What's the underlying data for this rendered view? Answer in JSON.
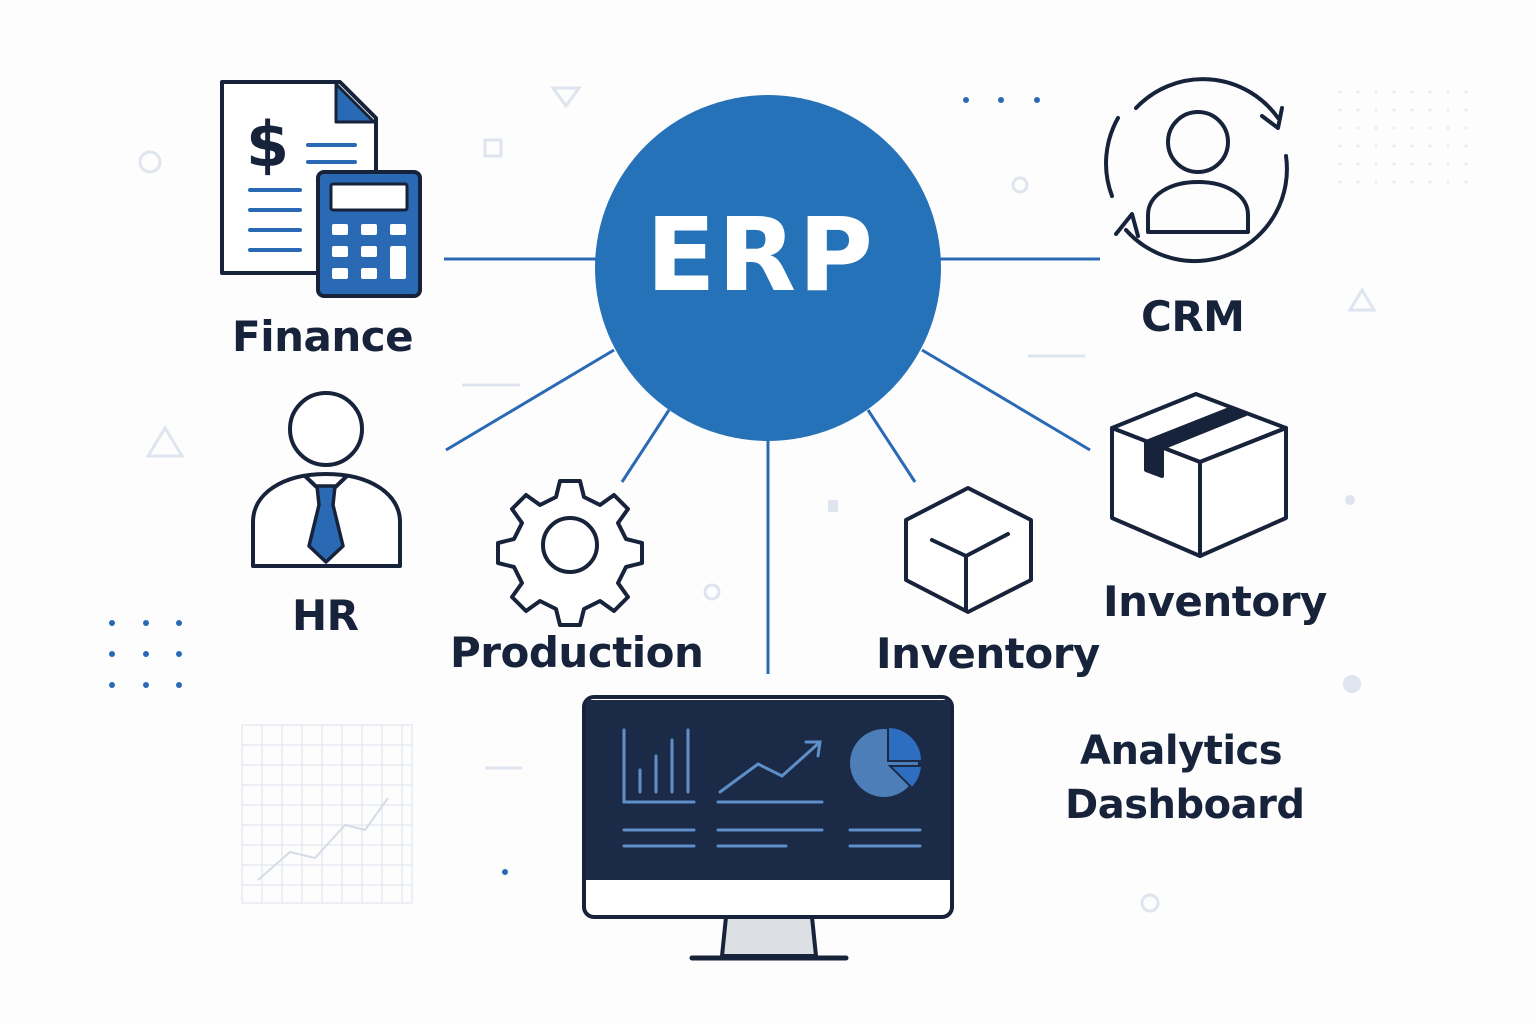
{
  "hub": {
    "label": "ERP"
  },
  "modules": {
    "finance": {
      "label": "Finance"
    },
    "crm": {
      "label": "CRM"
    },
    "hr": {
      "label": "HR"
    },
    "production": {
      "label": "Production"
    },
    "inventory_small": {
      "label": "Inventory"
    },
    "inventory_large": {
      "label": "Inventory"
    },
    "analytics": {
      "label_line1": "Analytics",
      "label_line2": "Dashboard"
    }
  },
  "icons": {
    "finance": "invoice-calculator-icon",
    "crm": "customer-cycle-icon",
    "hr": "employee-icon",
    "production": "gear-icon",
    "inventory_small": "cube-icon",
    "inventory_large": "package-box-icon",
    "analytics": "monitor-dashboard-icon"
  },
  "colors": {
    "hub_blue": "#2672b8",
    "accent_blue": "#2a6ab5",
    "navy": "#17233b",
    "screen": "#1b2a47",
    "decor": "#dfe5ee"
  }
}
